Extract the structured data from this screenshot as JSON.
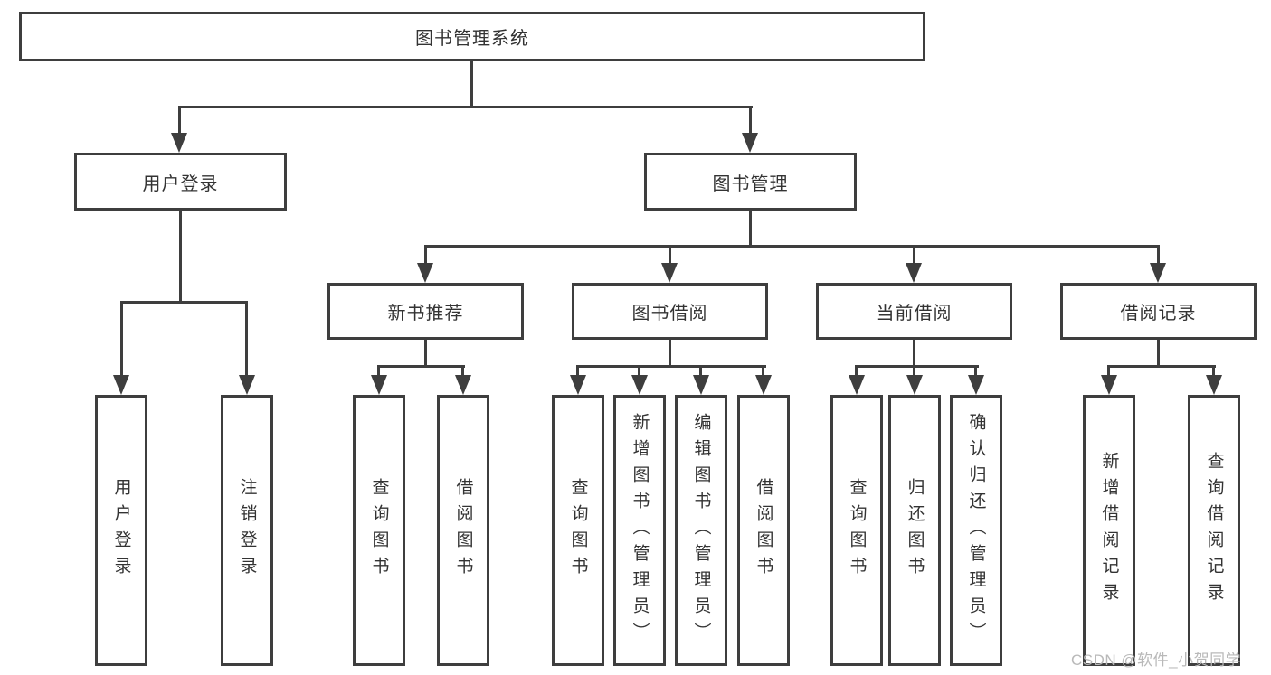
{
  "diagram": {
    "type": "tree",
    "title": "图书管理系统",
    "colors": {
      "line": "#3e3e3e",
      "border": "#3e3e3e",
      "text": "#333333",
      "background": "#ffffff",
      "watermark": "#b9b9b9"
    },
    "nodes": {
      "root": {
        "label": "图书管理系统"
      },
      "user_login": {
        "label": "用户登录"
      },
      "book_mgmt": {
        "label": "图书管理"
      },
      "new_book_rec": {
        "label": "新书推荐"
      },
      "book_borrow": {
        "label": "图书借阅"
      },
      "current_borrow": {
        "label": "当前借阅"
      },
      "borrow_records": {
        "label": "借阅记录"
      },
      "leaf_user_login": {
        "label": "用户登录"
      },
      "leaf_logout": {
        "label": "注销登录"
      },
      "leaf_query_book_1": {
        "label": "查询图书"
      },
      "leaf_borrow_book_1": {
        "label": "借阅图书"
      },
      "leaf_query_book_2": {
        "label": "查询图书"
      },
      "leaf_add_book": {
        "label": "新增图书（管理员）"
      },
      "leaf_edit_book": {
        "label": "编辑图书（管理员）"
      },
      "leaf_borrow_book_2": {
        "label": "借阅图书"
      },
      "leaf_query_book_3": {
        "label": "查询图书"
      },
      "leaf_return_book": {
        "label": "归还图书"
      },
      "leaf_confirm_return": {
        "label": "确认归还（管理员）"
      },
      "leaf_add_record": {
        "label": "新增借阅记录"
      },
      "leaf_query_record": {
        "label": "查询借阅记录"
      }
    },
    "edges": [
      {
        "from": "root",
        "to": [
          "user_login",
          "book_mgmt"
        ]
      },
      {
        "from": "user_login",
        "to": [
          "leaf_user_login",
          "leaf_logout"
        ]
      },
      {
        "from": "book_mgmt",
        "to": [
          "new_book_rec",
          "book_borrow",
          "current_borrow",
          "borrow_records"
        ]
      },
      {
        "from": "new_book_rec",
        "to": [
          "leaf_query_book_1",
          "leaf_borrow_book_1"
        ]
      },
      {
        "from": "book_borrow",
        "to": [
          "leaf_query_book_2",
          "leaf_add_book",
          "leaf_edit_book",
          "leaf_borrow_book_2"
        ]
      },
      {
        "from": "current_borrow",
        "to": [
          "leaf_query_book_3",
          "leaf_return_book",
          "leaf_confirm_return"
        ]
      },
      {
        "from": "borrow_records",
        "to": [
          "leaf_add_record",
          "leaf_query_record"
        ]
      }
    ]
  },
  "watermark": {
    "text": "CSDN @软件_小贺同学"
  }
}
